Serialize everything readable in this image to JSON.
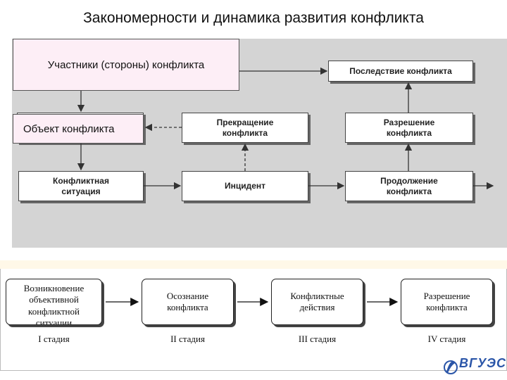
{
  "title": "Закономерности и динамика развития конфликта",
  "top_diagram": {
    "participants": "Участники (стороны) конфликта",
    "object": "Объект конфликта",
    "situation": "Конфликтная ситуация",
    "incident": "Инцидент",
    "termination": "Прекращение конфликта",
    "continuation": "Продолжение конфликта",
    "resolution": "Разрешение конфликта",
    "consequence": "Последствие конфликта"
  },
  "stages": [
    {
      "box": "Возникновение объективной конфликтной ситуации",
      "label": "I стадия"
    },
    {
      "box": "Осознание конфликта",
      "label": "II стадия"
    },
    {
      "box": "Конфликтные действия",
      "label": "III стадия"
    },
    {
      "box": "Разрешение конфликта",
      "label": "IV стадия"
    }
  ],
  "logo": {
    "text": "ВГУЭС"
  },
  "colors": {
    "panel": "#d4d4d4",
    "highlight_box": "#fdeef6",
    "logo": "#2a55a8"
  }
}
